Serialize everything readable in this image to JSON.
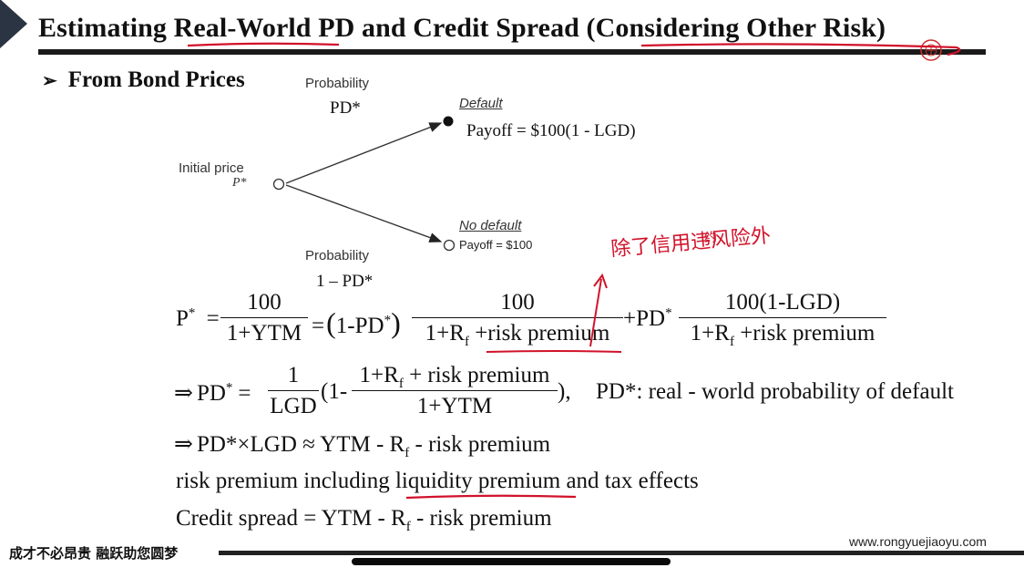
{
  "slide": {
    "title": "Estimating Real-World PD and Credit Spread (Considering Other Risk)",
    "section": "From Bond Prices",
    "section_bullet": "➢"
  },
  "tree": {
    "probability_top": "Probability",
    "pd_star_top": "PD*",
    "default_label": "Default",
    "default_payoff": "Payoff = $100(1 - LGD)",
    "initial_price_label": "Initial price",
    "initial_price_symbol": "P*",
    "no_default_label": "No default",
    "no_default_payoff": "Payoff = $100",
    "probability_bottom": "Probability",
    "pd_star_bottom": "1 – PD*"
  },
  "equations": {
    "eq1": {
      "lhs": "P",
      "lhs_sup": "*",
      "eq": "=",
      "frac1_num": "100",
      "frac1_den": "1+YTM",
      "eq2": "=",
      "paren_open": "(",
      "one_minus_pd": "1-PD",
      "pd_sup": "*",
      "paren_close": ")",
      "frac2_num": "100",
      "frac2_den_a": "1+R",
      "frac2_den_sub": "f",
      "frac2_den_b": " +risk premium",
      "plus_pd": "+PD",
      "plus_pd_sup": "*",
      "frac3_num": "100(1-LGD)",
      "frac3_den_a": "1+R",
      "frac3_den_sub": "f",
      "frac3_den_b": " +risk premium"
    },
    "eq2": {
      "implies": "⇒",
      "lhs": "PD",
      "lhs_sup": "*",
      "eq": "=",
      "frac_num": "1",
      "frac_den": "LGD",
      "open": "(1-",
      "inner_num_a": "1+R",
      "inner_num_sub": "f",
      "inner_num_b": " + risk premium",
      "inner_den": "1+YTM",
      "close": "),",
      "note": "PD*: real - world probability of default"
    },
    "eq3": {
      "implies": "⇒",
      "text_a": "PD*×LGD ≈ YTM - R",
      "sub": "f",
      "text_b": " - risk premium"
    },
    "line4": {
      "a": "risk premium including ",
      "b": "liquidity premium",
      "c": " and tax effects"
    },
    "line5": {
      "a": "Credit spread = YTM - R",
      "sub": "f",
      "b": " - risk premium"
    }
  },
  "annotation": {
    "handwritten_note": "除了信用违风险外",
    "handwritten_insert": "约"
  },
  "footer": {
    "slogan": "成才不必昂贵  融跃助您圆梦",
    "url": "www.rongyuejiaoyu.com"
  },
  "colors": {
    "annotation": "#d1122a",
    "text": "#111111",
    "rule": "#1a1a1a"
  }
}
